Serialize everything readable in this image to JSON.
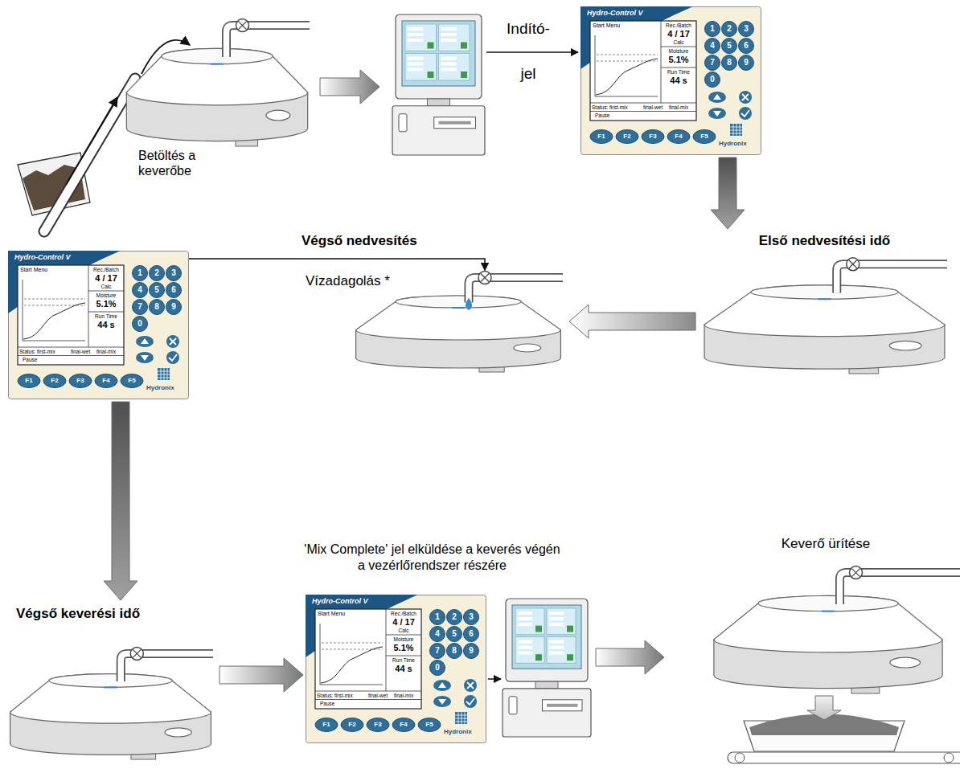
{
  "diagram": {
    "nodes": [
      {
        "text": [
          "Betöltés a keverőbe"
        ]
      },
      {
        "text": [
          "Hydro-Control V",
          "Start Menu",
          "Rec./Batch",
          "4 / 17",
          "Calc",
          "Moisture",
          "5.1%",
          "Run Time",
          "44 s",
          "Status: first-mix",
          "final-wet",
          "final-mix",
          "Pause",
          "1",
          "2",
          "3",
          "4",
          "5",
          "6",
          "7",
          "8",
          "9",
          "0",
          "F1",
          "F2",
          "F3",
          "F4",
          "F5",
          "Hydronix"
        ]
      },
      {
        "text": [
          "Első nedvesítési idő"
        ]
      },
      {
        "text": [
          "Végső nedvesítés"
        ]
      },
      {
        "text": [
          "Hydro-Control V",
          "Start Menu",
          "Rec./Batch",
          "4 / 17",
          "Calc",
          "Moisture",
          "5.1%",
          "Run Time",
          "44 s",
          "Status: first-mix",
          "final-wet",
          "final-mix",
          "Pause",
          "1",
          "2",
          "3",
          "4",
          "5",
          "6",
          "7",
          "8",
          "9",
          "0",
          "F1",
          "F2",
          "F3",
          "F4",
          "F5",
          "Hydronix"
        ]
      },
      {
        "text": [
          "Végső keverési idő"
        ]
      },
      {
        "text": [
          "Hydro-Control V",
          "Start Menu",
          "Rec./Batch",
          "4 / 17",
          "Calc",
          "Moisture",
          "5.1%",
          "Run Time",
          "44 s",
          "Status: first-mix",
          "final-wet",
          "final-mix",
          "Pause",
          "1",
          "2",
          "3",
          "4",
          "5",
          "6",
          "7",
          "8",
          "9",
          "0",
          "F1",
          "F2",
          "F3",
          "F4",
          "F5",
          "Hydronix"
        ]
      },
      {
        "text": [
          "Keverő ürítése"
        ]
      }
    ],
    "edges": [
      {
        "from": 1,
        "to": 2,
        "arrow": "to"
      },
      {
        "from": 2,
        "to": 3,
        "arrow": "to"
      },
      {
        "from": 4,
        "to": 3,
        "label": "Vízadagolás *",
        "arrow": "to"
      },
      {
        "from": 4,
        "to": 5,
        "arrow": "to"
      },
      {
        "from": 5,
        "to": 6,
        "arrow": "to"
      }
    ],
    "labels": [
      "Indító- jel",
      "'Mix Complete' jel elküldése a keverés végén a vezérlőrendszer részére"
    ]
  }
}
